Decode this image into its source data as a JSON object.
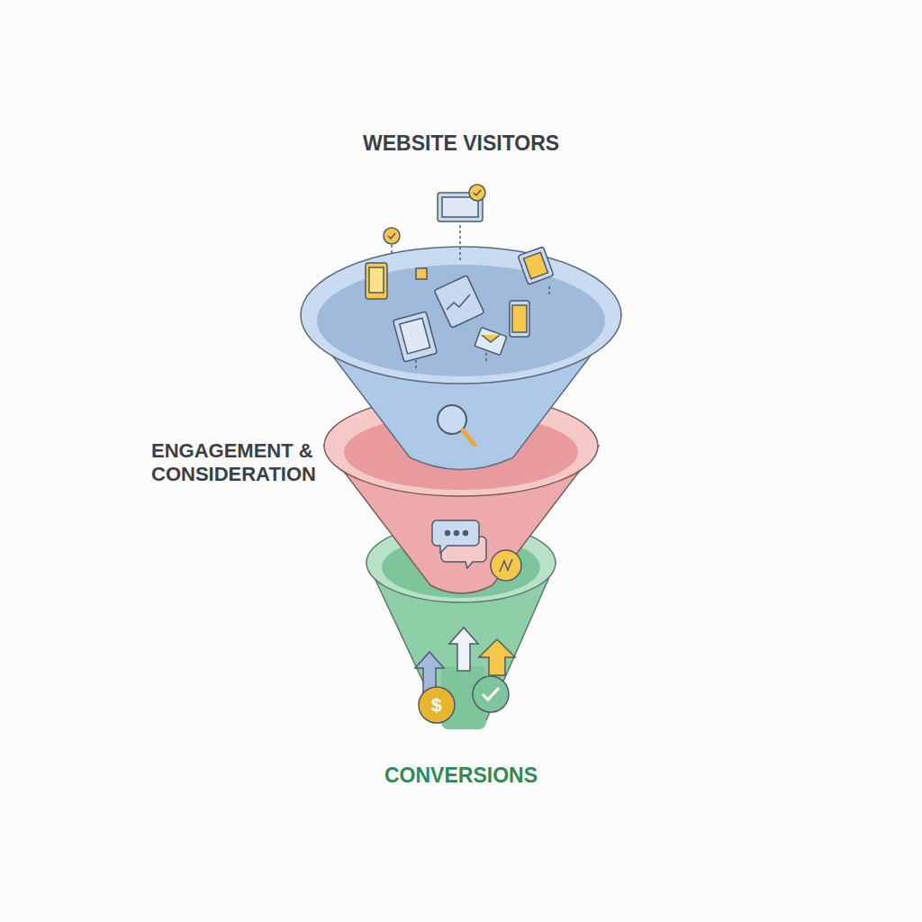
{
  "diagram": {
    "labels": [
      "WEBSITE VISITORS",
      "ENGAGEMENT & CONSIDERATION",
      "CONVERSIONS",
      "$"
    ]
  }
}
